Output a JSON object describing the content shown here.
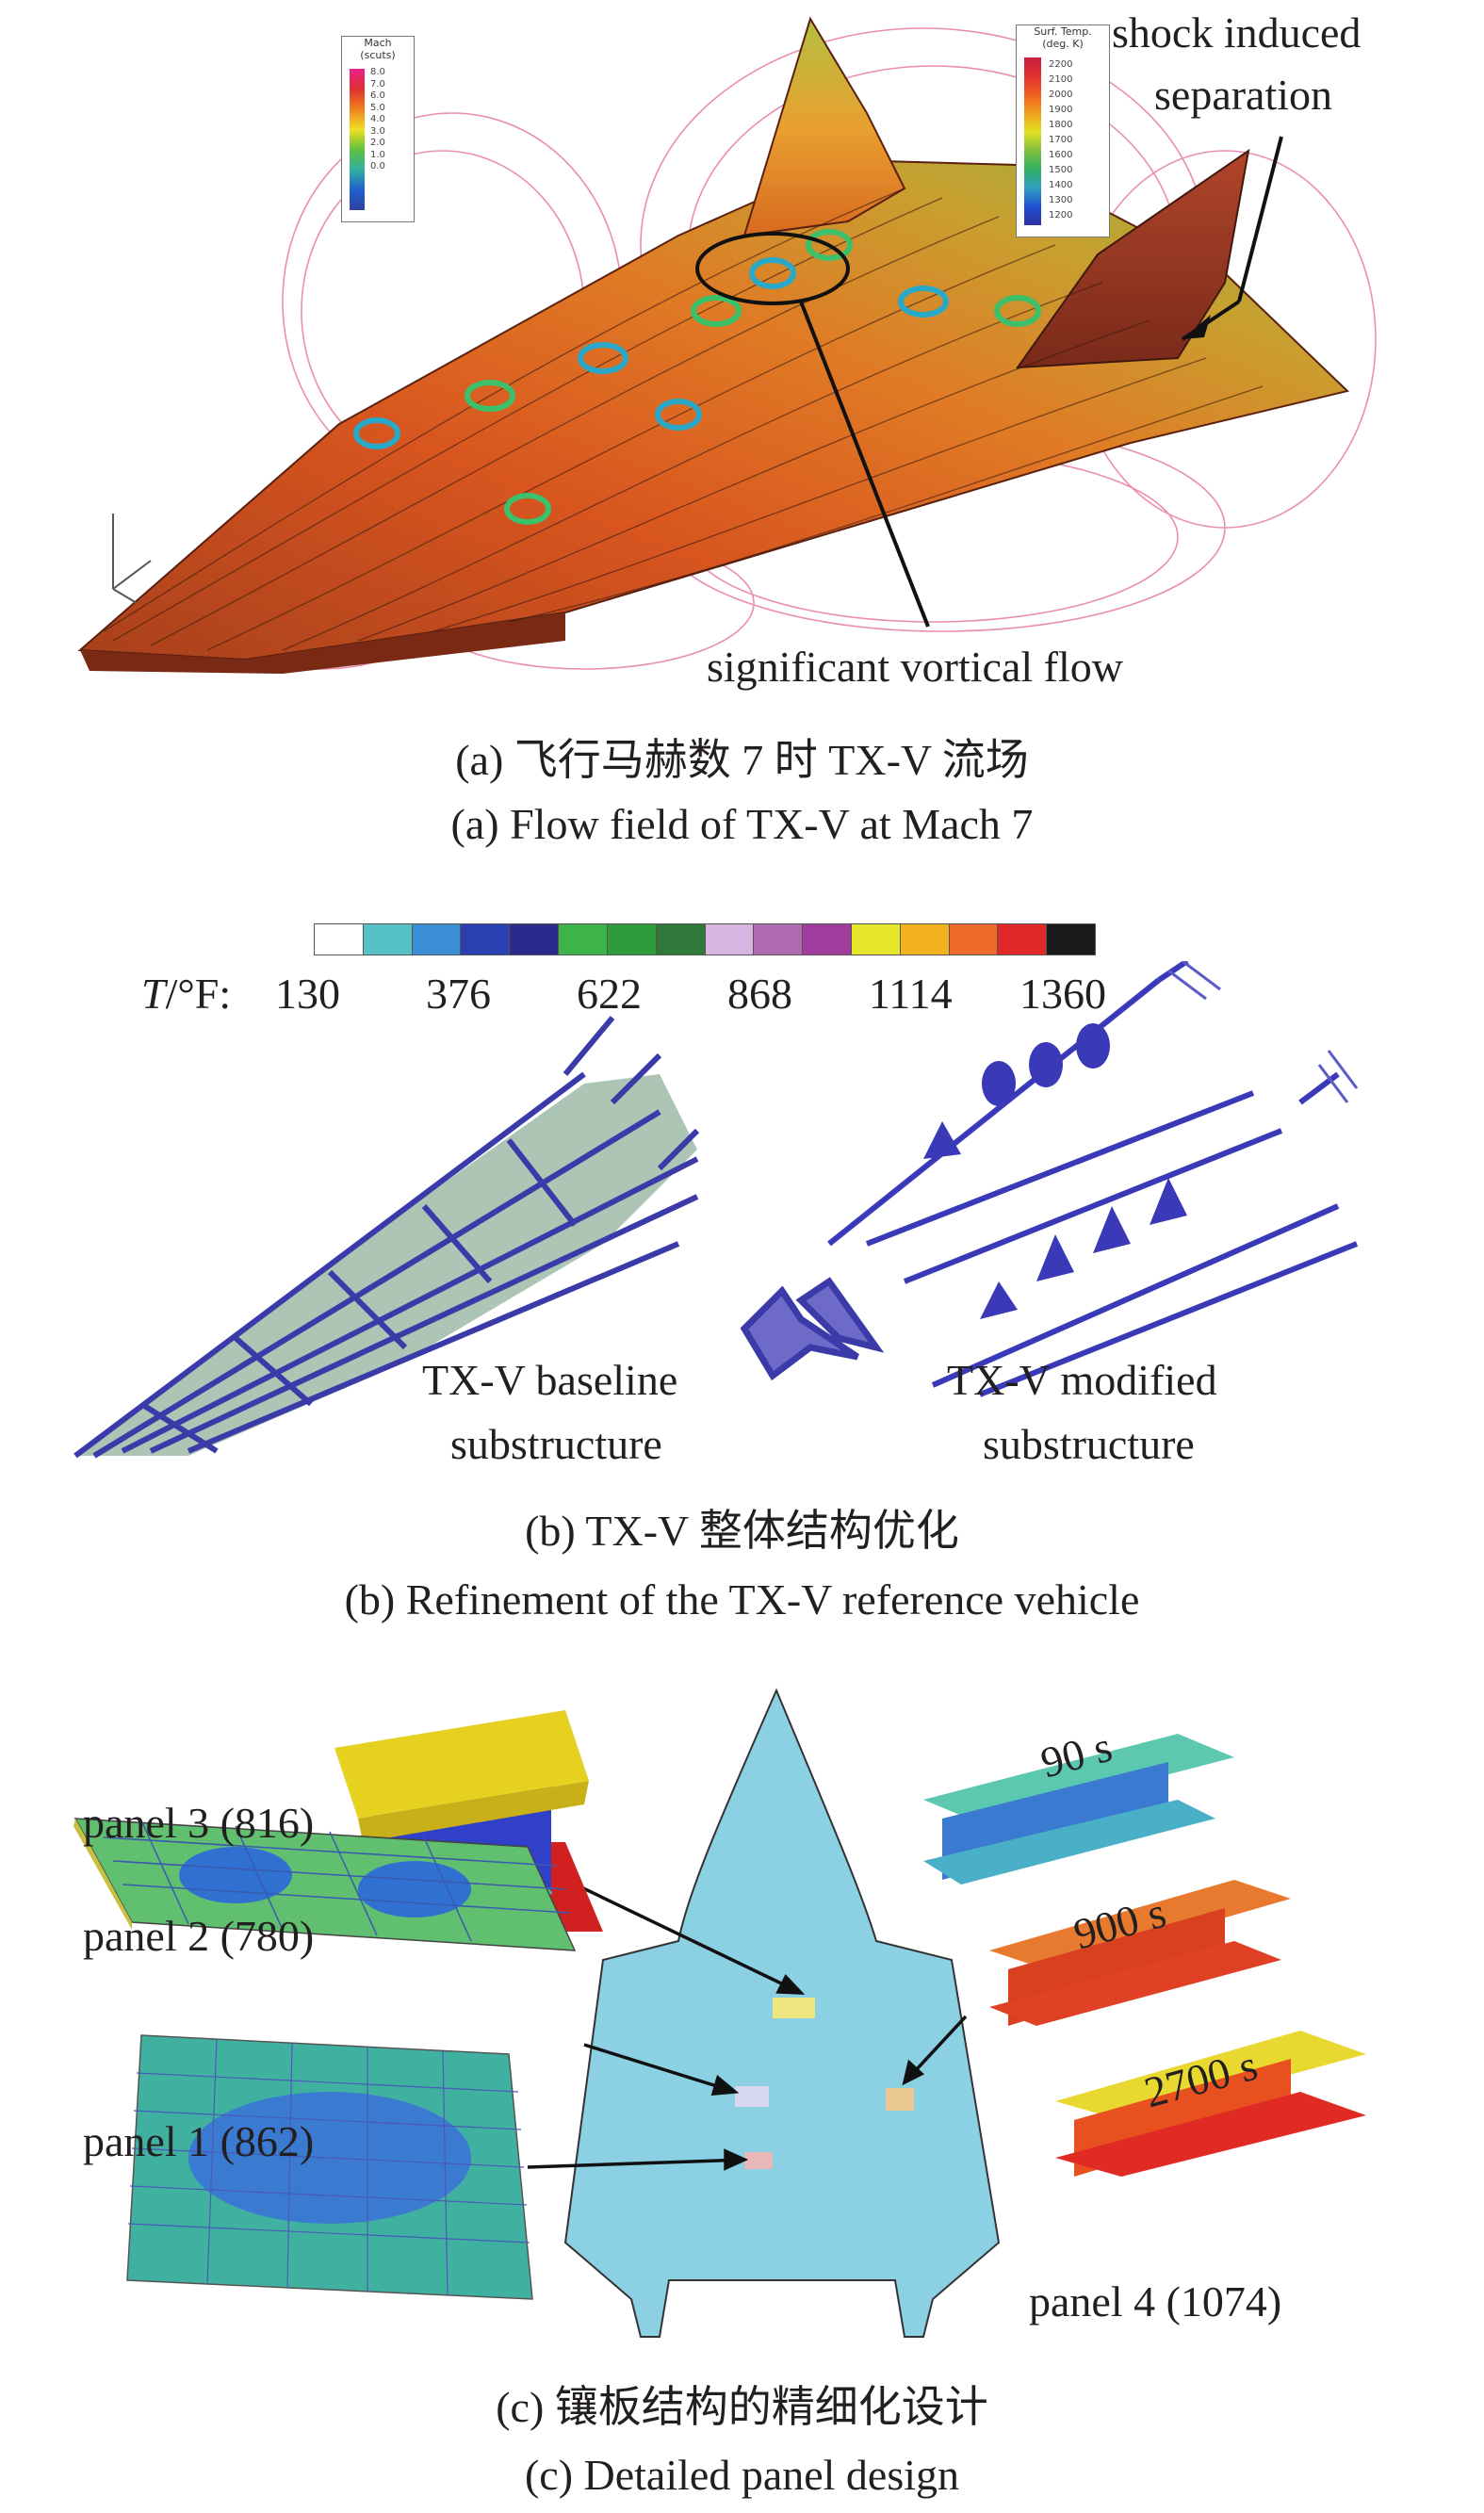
{
  "panel_a": {
    "mach_legend": {
      "title_1": "Mach",
      "title_2": "(scuts)",
      "ticks": [
        "8.0",
        "7.0",
        "6.0",
        "5.0",
        "4.0",
        "3.0",
        "2.0",
        "1.0",
        "0.0"
      ]
    },
    "temp_legend": {
      "title_1": "Surf. Temp.",
      "title_2": "(deg. K)",
      "ticks": [
        "2200",
        "2100",
        "2000",
        "1900",
        "1800",
        "1700",
        "1600",
        "1500",
        "1400",
        "1300",
        "1200"
      ]
    },
    "shock_label_1": "shock induced",
    "shock_label_2": "separation",
    "vortical_label": "significant vortical flow",
    "caption_cn": "(a) 飞行马赫数 7 时 TX-V 流场",
    "caption_en": "(a) Flow field of TX-V at Mach 7"
  },
  "panel_b": {
    "colorbar_colors": [
      "#ffffff",
      "#55c2c8",
      "#3a8fd4",
      "#2a3fb0",
      "#2a2a8c",
      "#3cb44a",
      "#2f9a3a",
      "#2f7a3a",
      "#d8b4e0",
      "#b06ab0",
      "#a03c9c",
      "#e6e62a",
      "#f2b21e",
      "#ec6a2a",
      "#e02a2a",
      "#1a1a1a"
    ],
    "t_label_italic": "T",
    "t_label_rest": "/°F:",
    "ticks": [
      "130",
      "376",
      "622",
      "868",
      "1114",
      "1360"
    ],
    "baseline_1": "TX-V baseline",
    "baseline_2": "substructure",
    "modified_1": "TX-V modified",
    "modified_2": "substructure",
    "caption_cn": "(b) TX-V 整体结构优化",
    "caption_en": "(b) Refinement of the TX-V reference vehicle"
  },
  "panel_c": {
    "panel3": "panel 3 (816)",
    "panel2": "panel 2 (780)",
    "panel1": "panel 1 (862)",
    "panel4": "panel 4 (1074)",
    "time_90": "90 s",
    "time_900": "900 s",
    "time_2700": "2700 s",
    "caption_cn": "(c) 镶板结构的精细化设计",
    "caption_en": "(c) Detailed panel design"
  }
}
